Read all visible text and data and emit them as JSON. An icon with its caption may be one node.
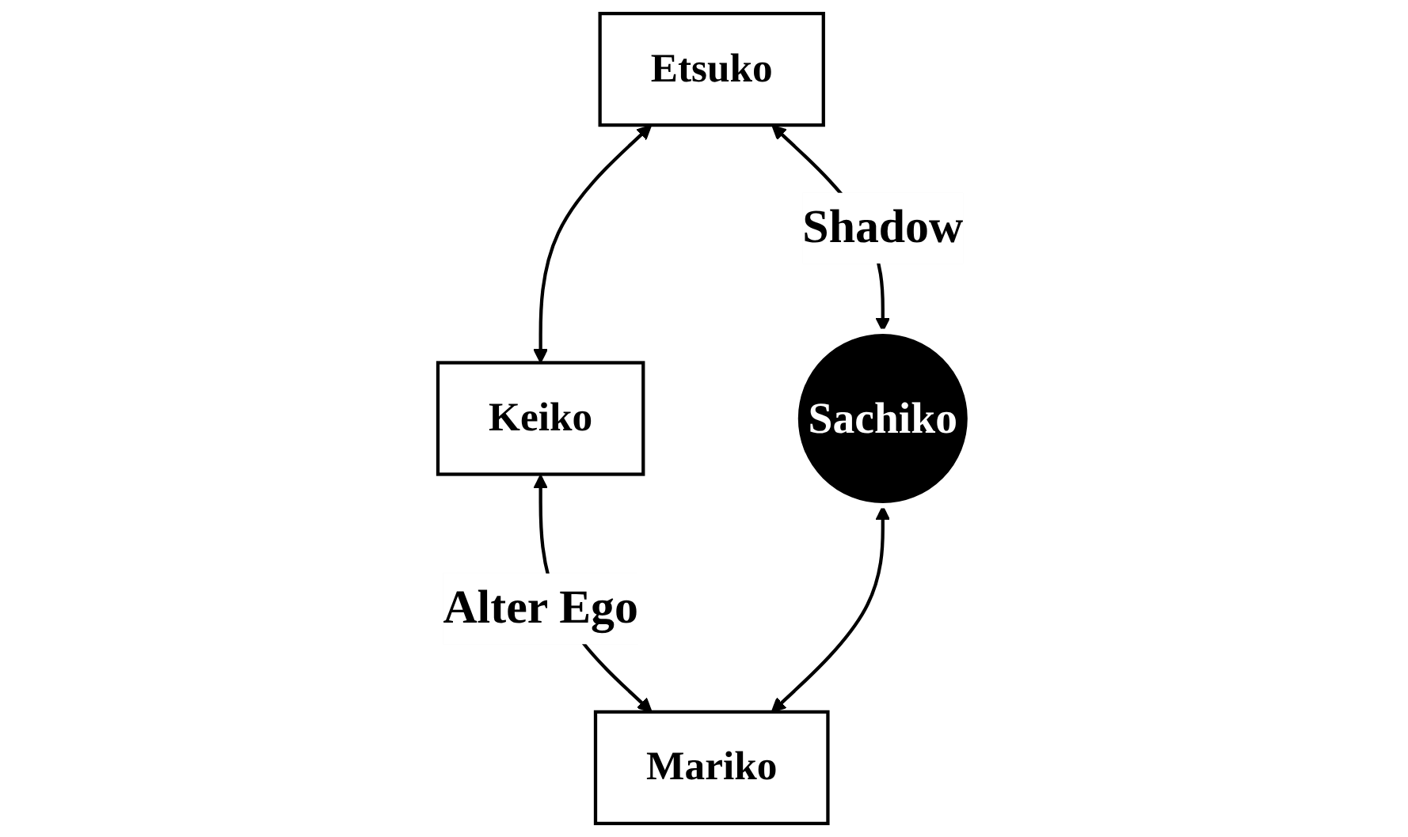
{
  "diagram": {
    "nodes": [
      {
        "text": [
          "Etsuko"
        ]
      },
      {
        "text": [
          "Keiko"
        ]
      },
      {
        "text": [
          "Sachiko"
        ]
      },
      {
        "text": [
          "Mariko"
        ]
      }
    ],
    "edges": [
      {
        "from": 0,
        "to": 1,
        "arrow": "both"
      },
      {
        "from": 0,
        "to": 2,
        "arrow": "both",
        "label": "Shadow"
      },
      {
        "from": 1,
        "to": 3,
        "arrow": "both",
        "label": "Alter Ego"
      },
      {
        "from": 2,
        "to": 3,
        "arrow": "both"
      }
    ]
  }
}
